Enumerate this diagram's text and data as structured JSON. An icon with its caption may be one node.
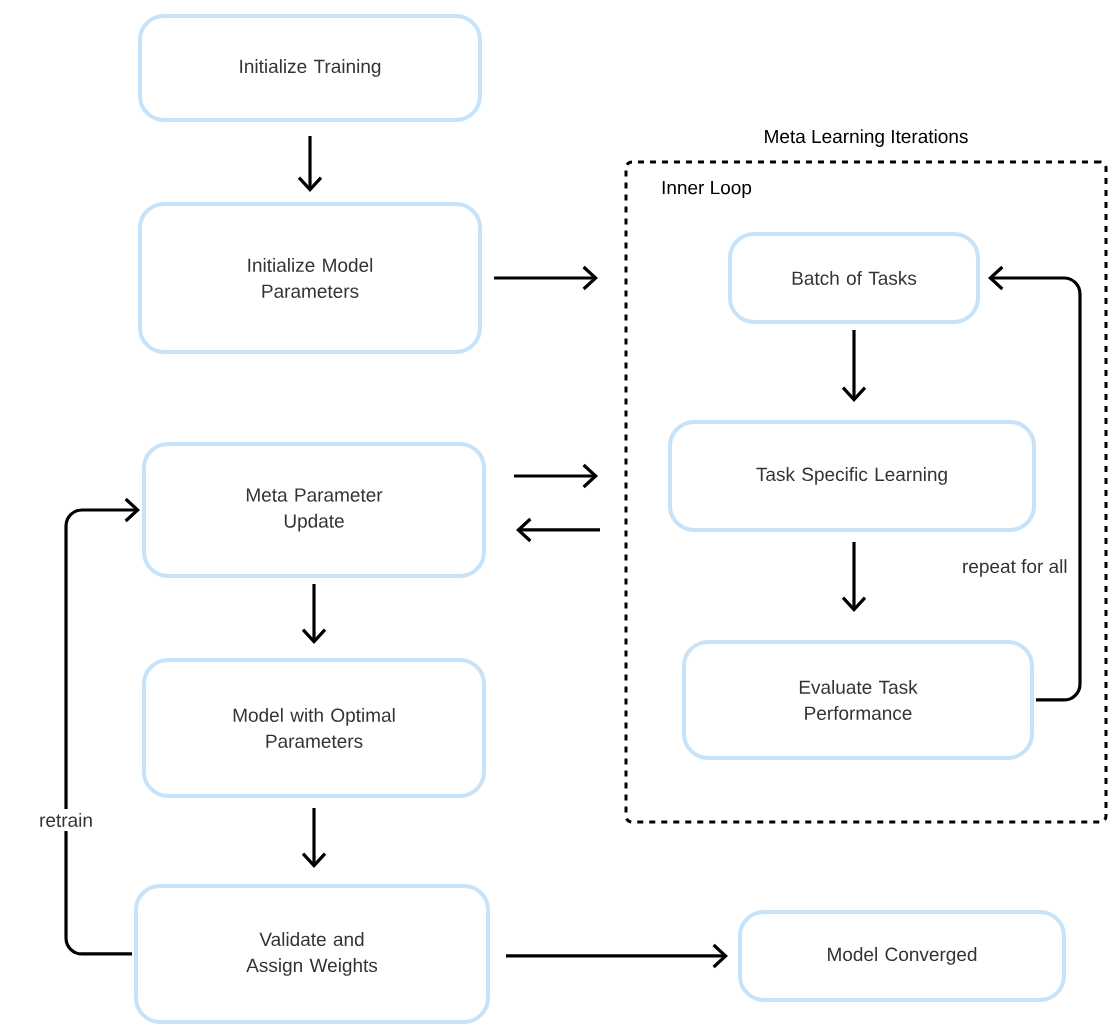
{
  "diagram": {
    "nodes": [
      {
        "text": [
          "Initialize Training"
        ]
      },
      {
        "text": [
          "Initialize Model Parameters"
        ]
      },
      {
        "text": [
          "Meta Parameter Update"
        ]
      },
      {
        "text": [
          "Model with Optimal Parameters"
        ]
      },
      {
        "text": [
          "Validate and Assign Weights"
        ]
      },
      {
        "text": [
          "Model Converged"
        ]
      },
      {
        "text": [
          "Meta Learning Iterations",
          "Inner Loop"
        ]
      },
      {
        "text": [
          "Batch of Tasks"
        ],
        "in": 6
      },
      {
        "text": [
          "Task Specific Learning"
        ],
        "in": 6
      },
      {
        "text": [
          "Evaluate Task Performance"
        ],
        "in": 6
      }
    ],
    "edges": [
      {
        "from": 0,
        "to": 1,
        "arrow": "to"
      },
      {
        "from": 1,
        "to": 6,
        "arrow": "to"
      },
      {
        "from": 2,
        "to": 6,
        "arrow": "to"
      },
      {
        "from": 6,
        "to": 2,
        "arrow": "to"
      },
      {
        "from": 2,
        "to": 3,
        "arrow": "to"
      },
      {
        "from": 3,
        "to": 4,
        "arrow": "to"
      },
      {
        "from": 4,
        "to": 5,
        "arrow": "to"
      },
      {
        "from": 4,
        "to": 2,
        "arrow": "to",
        "label": "retrain"
      },
      {
        "from": 7,
        "to": 8,
        "arrow": "to"
      },
      {
        "from": 8,
        "to": 9,
        "arrow": "to"
      },
      {
        "from": 9,
        "to": 7,
        "arrow": "to",
        "label": "repeat for all"
      }
    ]
  }
}
